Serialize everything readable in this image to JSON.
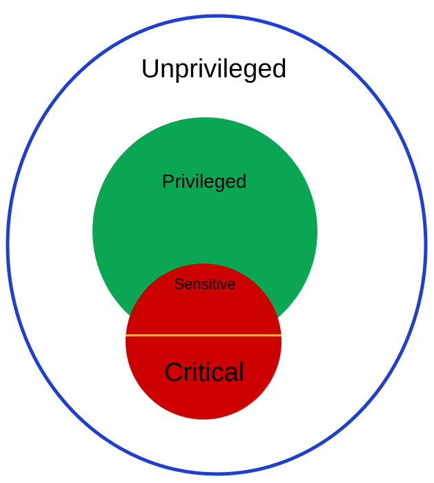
{
  "diagram": {
    "outer": {
      "label": "Unprivileged",
      "stroke_color": "#1f3fd1",
      "fill_color": "#ffffff"
    },
    "privileged": {
      "label": "Privileged",
      "fill_color": "#0aa653"
    },
    "sensitive_critical": {
      "fill_color": "#cc0000",
      "divider_color": "#f0c030",
      "top_label": "Sensitive",
      "bottom_label": "Critical"
    },
    "text_color": "#000000"
  }
}
